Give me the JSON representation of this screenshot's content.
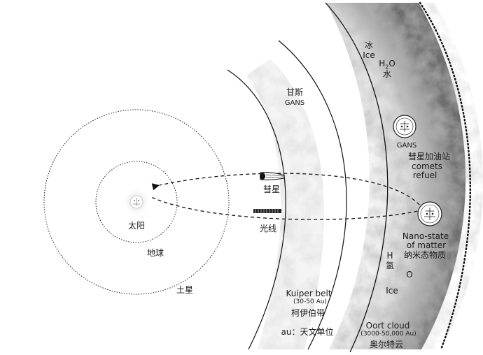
{
  "labels": {
    "ice_zh": "冰",
    "ice_en": "Ice",
    "h2o_h": "H",
    "h2o_sub": "2",
    "h2o_o": "O",
    "water_zh": "水",
    "gans_zh": "甘斯",
    "gans_en": "GANS",
    "gans_symbol_label": "GANS",
    "comet_refuel_zh": "彗星加油站",
    "comet_refuel_en1": "comets",
    "comet_refuel_en2": "refuel",
    "comet_zh": "彗星",
    "light_zh": "光线",
    "sun_zh": "太阳",
    "earth_zh": "地球",
    "saturn_zh": "土星",
    "nano_en1": "Nano-state",
    "nano_en2": "of matter",
    "nano_zh": "纳米态物质",
    "h_symbol": "H",
    "hydrogen_zh": "氢",
    "o_symbol": "O",
    "ice_en2": "Ice",
    "kuiper_en": "Kuiper belt",
    "kuiper_range": "(30-50 Au)",
    "kuiper_zh": "柯伊伯带",
    "au_note": "au：天文单位",
    "oort_en": "Oort cloud",
    "oort_range": "(3000-50,000 Au)",
    "oort_zh": "奥尔特云"
  }
}
